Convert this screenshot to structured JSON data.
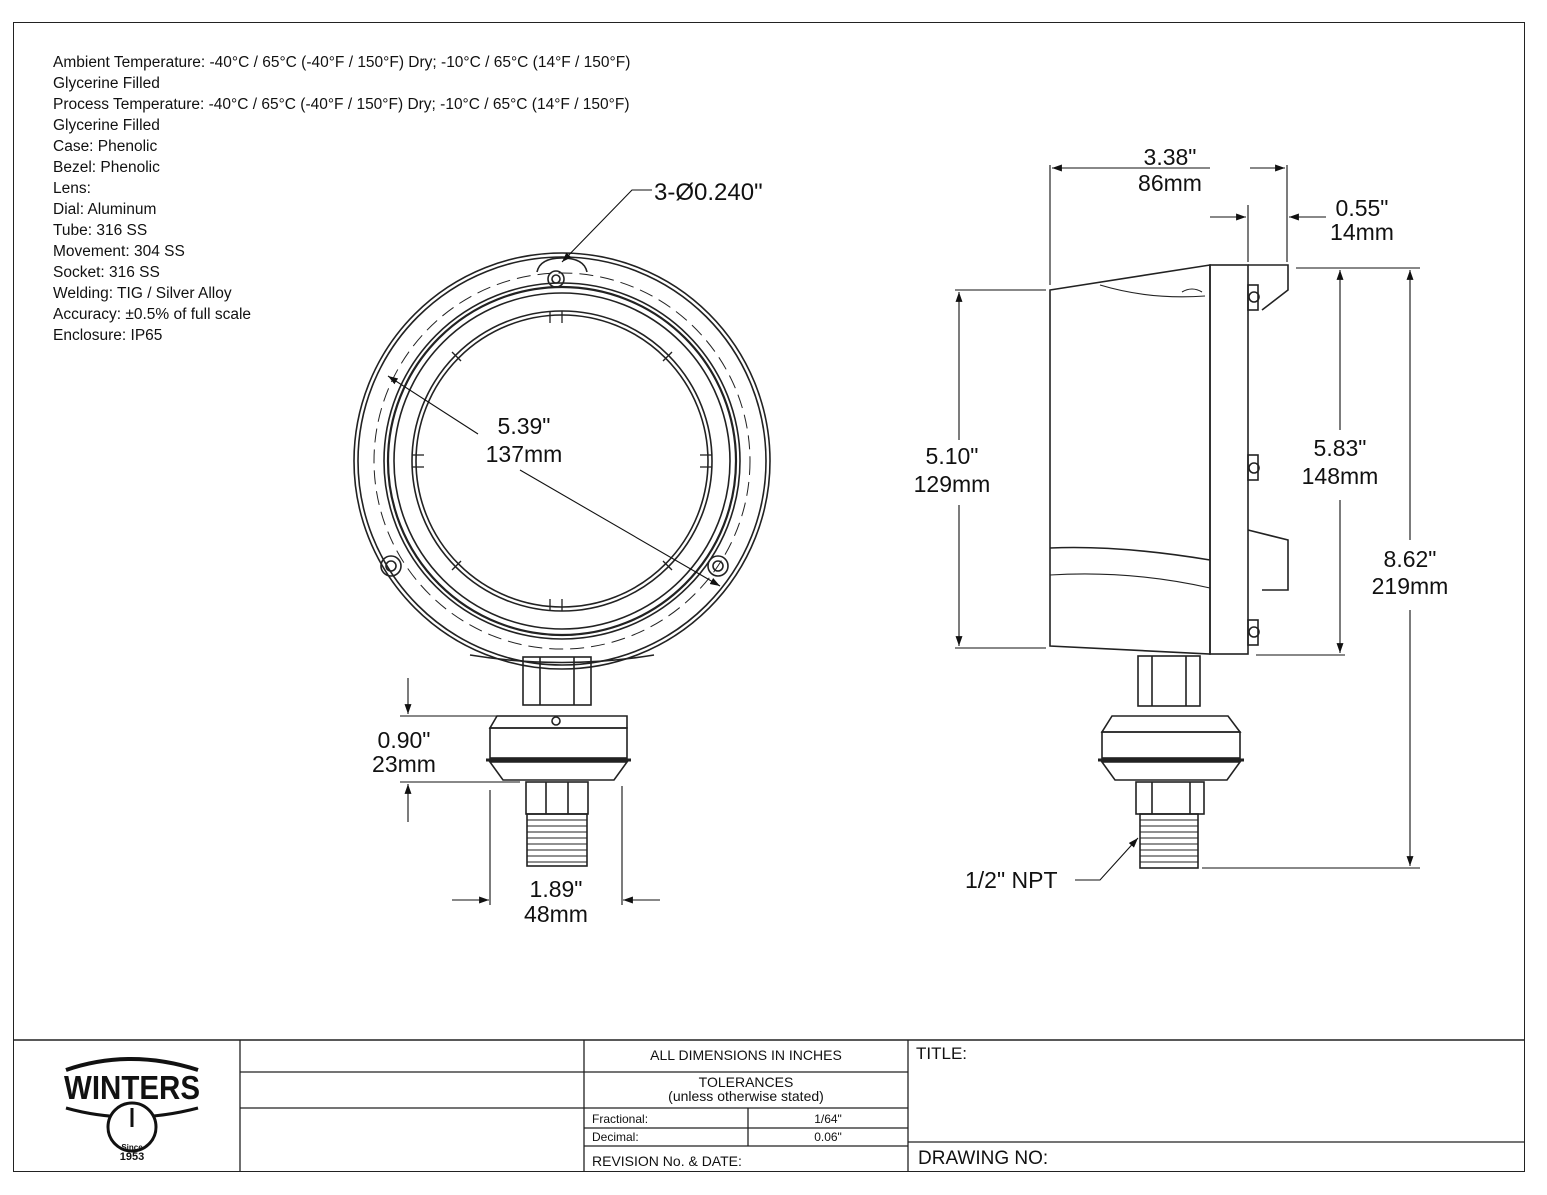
{
  "specs": [
    "Ambient Temperature: -40°C / 65°C (-40°F / 150°F) Dry; -10°C / 65°C (14°F / 150°F)",
    "Glycerine Filled",
    "Process Temperature: -40°C / 65°C (-40°F / 150°F) Dry; -10°C / 65°C (14°F / 150°F)",
    "Glycerine Filled",
    "Case: Phenolic",
    "Bezel: Phenolic",
    "Lens:",
    "Dial: Aluminum",
    "Tube: 316 SS",
    "Movement: 304 SS",
    "Socket: 316 SS",
    "Welding: TIG / Silver Alloy",
    "Accuracy: ±0.5% of full scale",
    "Enclosure: IP65"
  ],
  "front_view": {
    "holes": "3-Ø0.240\"",
    "diameter_in": "5.39\"",
    "diameter_mm": "137mm",
    "socket_height_in": "0.90\"",
    "socket_height_mm": "23mm",
    "socket_width_in": "1.89\"",
    "socket_width_mm": "48mm"
  },
  "side_view": {
    "depth_in": "3.38\"",
    "depth_mm": "86mm",
    "flange_in": "0.55\"",
    "flange_mm": "14mm",
    "case_height_in": "5.10\"",
    "case_height_mm": "129mm",
    "flange_height_in": "5.83\"",
    "flange_height_mm": "148mm",
    "overall_height_in": "8.62\"",
    "overall_height_mm": "219mm",
    "thread": "1/2\" NPT"
  },
  "title_block": {
    "logo_text": "WINTERS",
    "logo_since": "Since",
    "logo_year": "1953",
    "all_dimensions": "ALL DIMENSIONS IN INCHES",
    "tolerances": "TOLERANCES",
    "tolerances_note": "(unless otherwise stated)",
    "fractional_label": "Fractional:",
    "fractional_value": "1/64\"",
    "decimal_label": "Decimal:",
    "decimal_value": "0.06\"",
    "revision_label": "REVISION No. & DATE:",
    "title_label": "TITLE:",
    "drawing_no_label": "DRAWING NO:"
  }
}
